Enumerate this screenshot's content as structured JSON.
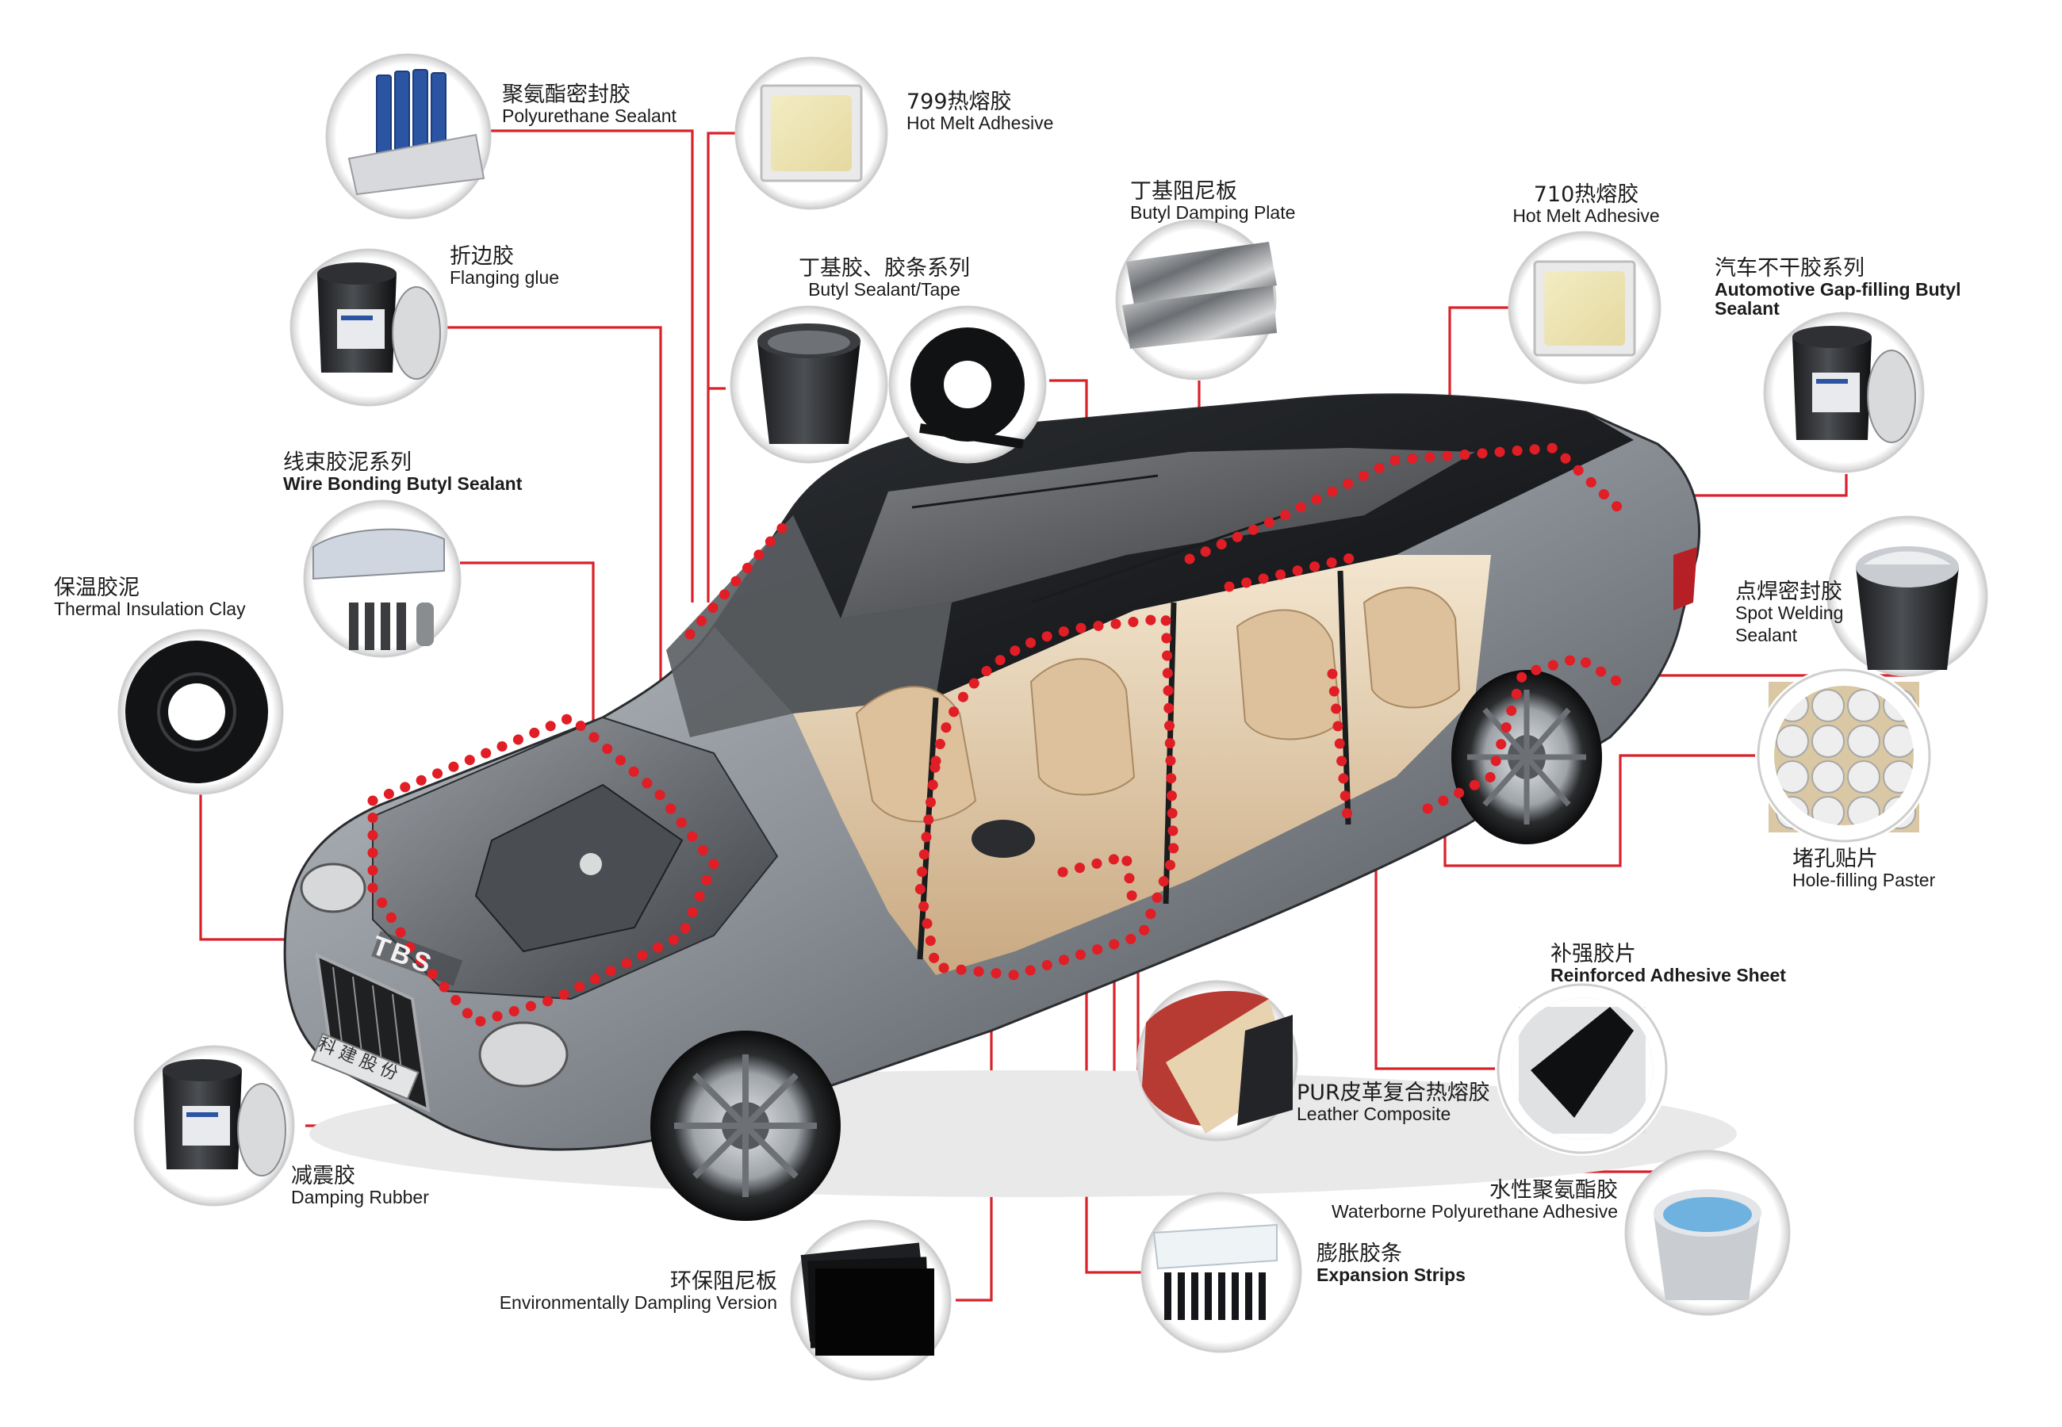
{
  "colors": {
    "leader": "#d9212a",
    "dot": "#e11d25",
    "ring": "#d7d7d7",
    "car_body": "#9aa0a6",
    "interior": "#e8d6b8",
    "accent_gold": "#efe7c0"
  },
  "car": {
    "license_plate": "TBS",
    "front_plate": "科建股份"
  },
  "callouts": [
    {
      "id": "polyurethane-sealant",
      "cn": "聚氨酯密封胶",
      "en": "Polyurethane Sealant",
      "icon": "sealant-tubes-icon"
    },
    {
      "id": "hot-melt-799",
      "cn": "799热熔胶",
      "en": "Hot Melt Adhesive",
      "icon": "hot-melt-block-icon"
    },
    {
      "id": "flanging-glue",
      "cn": "折边胶",
      "en": "Flanging glue",
      "icon": "bucket-icon"
    },
    {
      "id": "butyl-sealant-tape",
      "cn": "丁基胶、胶条系列",
      "en": "Butyl Sealant/Tape",
      "icon": "butyl-tape-icon"
    },
    {
      "id": "butyl-damping-plate",
      "cn": "丁基阻尼板",
      "en": "Butyl Damping Plate",
      "icon": "foil-plate-icon"
    },
    {
      "id": "hot-melt-710",
      "cn": "710热熔胶",
      "en": "Hot Melt Adhesive",
      "icon": "hot-melt-block-icon"
    },
    {
      "id": "gap-filling-butyl",
      "cn": "汽车不干胶系列",
      "en": "Automotive Gap-filling Butyl",
      "en2": "Sealant",
      "icon": "bucket-icon"
    },
    {
      "id": "wire-bonding-butyl",
      "cn": "线束胶泥系列",
      "en": "Wire Bonding Butyl Sealant",
      "icon": "wire-tape-icon"
    },
    {
      "id": "thermal-insulation-clay",
      "cn": "保温胶泥",
      "en": "Thermal Insulation Clay",
      "icon": "tape-roll-icon"
    },
    {
      "id": "spot-welding-sealant",
      "cn": "点焊密封胶",
      "en": "Spot Welding",
      "en2": "Sealant",
      "icon": "paste-bucket-icon"
    },
    {
      "id": "hole-filling-paster",
      "cn": "堵孔贴片",
      "en": "Hole-filling Paster",
      "icon": "round-patches-icon"
    },
    {
      "id": "reinforced-adhesive-sheet",
      "cn": "补强胶片",
      "en": "Reinforced Adhesive Sheet",
      "icon": "black-sheet-icon"
    },
    {
      "id": "leather-composite",
      "cn": "PUR皮革复合热熔胶",
      "en": "Leather Composite",
      "icon": "leather-icon"
    },
    {
      "id": "damping-rubber",
      "cn": "减震胶",
      "en": "Damping Rubber",
      "icon": "bucket-icon"
    },
    {
      "id": "waterborne-pu",
      "cn": "水性聚氨酯胶",
      "en": "Waterborne Polyurethane Adhesive",
      "icon": "blue-bucket-icon"
    },
    {
      "id": "expansion-strips",
      "cn": "膨胀胶条",
      "en": "Expansion Strips",
      "icon": "expansion-strip-icon"
    },
    {
      "id": "env-damping",
      "cn": "环保阻尼板",
      "en": "Environmentally Dampling Version",
      "icon": "black-plates-icon"
    }
  ]
}
